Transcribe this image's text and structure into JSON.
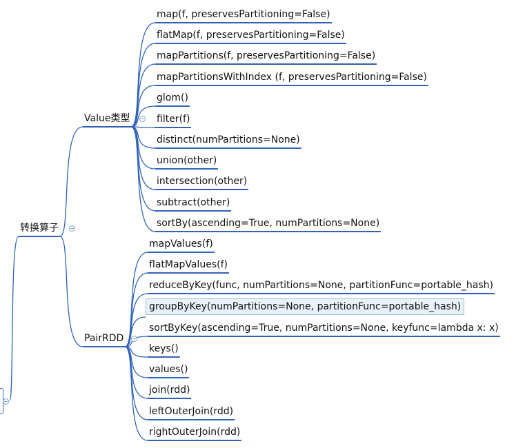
{
  "root": {
    "label": "转换算子",
    "groups": [
      {
        "label": "Value类型",
        "items": [
          "map(f,  preservesPartitioning=False)",
          "flatMap(f,  preservesPartitioning=False)",
          "mapPartitions(f,  preservesPartitioning=False)",
          "mapPartitionsWithIndex (f,  preservesPartitioning=False)",
          "glom()",
          "filter(f)",
          "distinct(numPartitions=None)",
          "union(other)",
          "intersection(other)",
          "subtract(other)",
          "sortBy(ascending=True, numPartitions=None)"
        ]
      },
      {
        "label": "PairRDD",
        "items": [
          "mapValues(f)",
          "flatMapValues(f)",
          "reduceByKey(func, numPartitions=None, partitionFunc=portable_hash)",
          "groupByKey(numPartitions=None, partitionFunc=portable_hash)",
          "sortByKey(ascending=True, numPartitions=None, keyfunc=lambda x: x)",
          "keys()",
          "values()",
          "join(rdd)",
          "leftOuterJoin(rdd)",
          "rightOuterJoin(rdd)"
        ],
        "selected_item": "groupByKey(numPartitions=None, partitionFunc=portable_hash)"
      }
    ]
  },
  "colors": {
    "line": "#2e63b8",
    "connector": "#7aa0d0",
    "selected_bg": "#e8f1f7",
    "selected_border": "#9cbfd8"
  },
  "icons": {
    "collapse": "collapse-circle-icon"
  }
}
